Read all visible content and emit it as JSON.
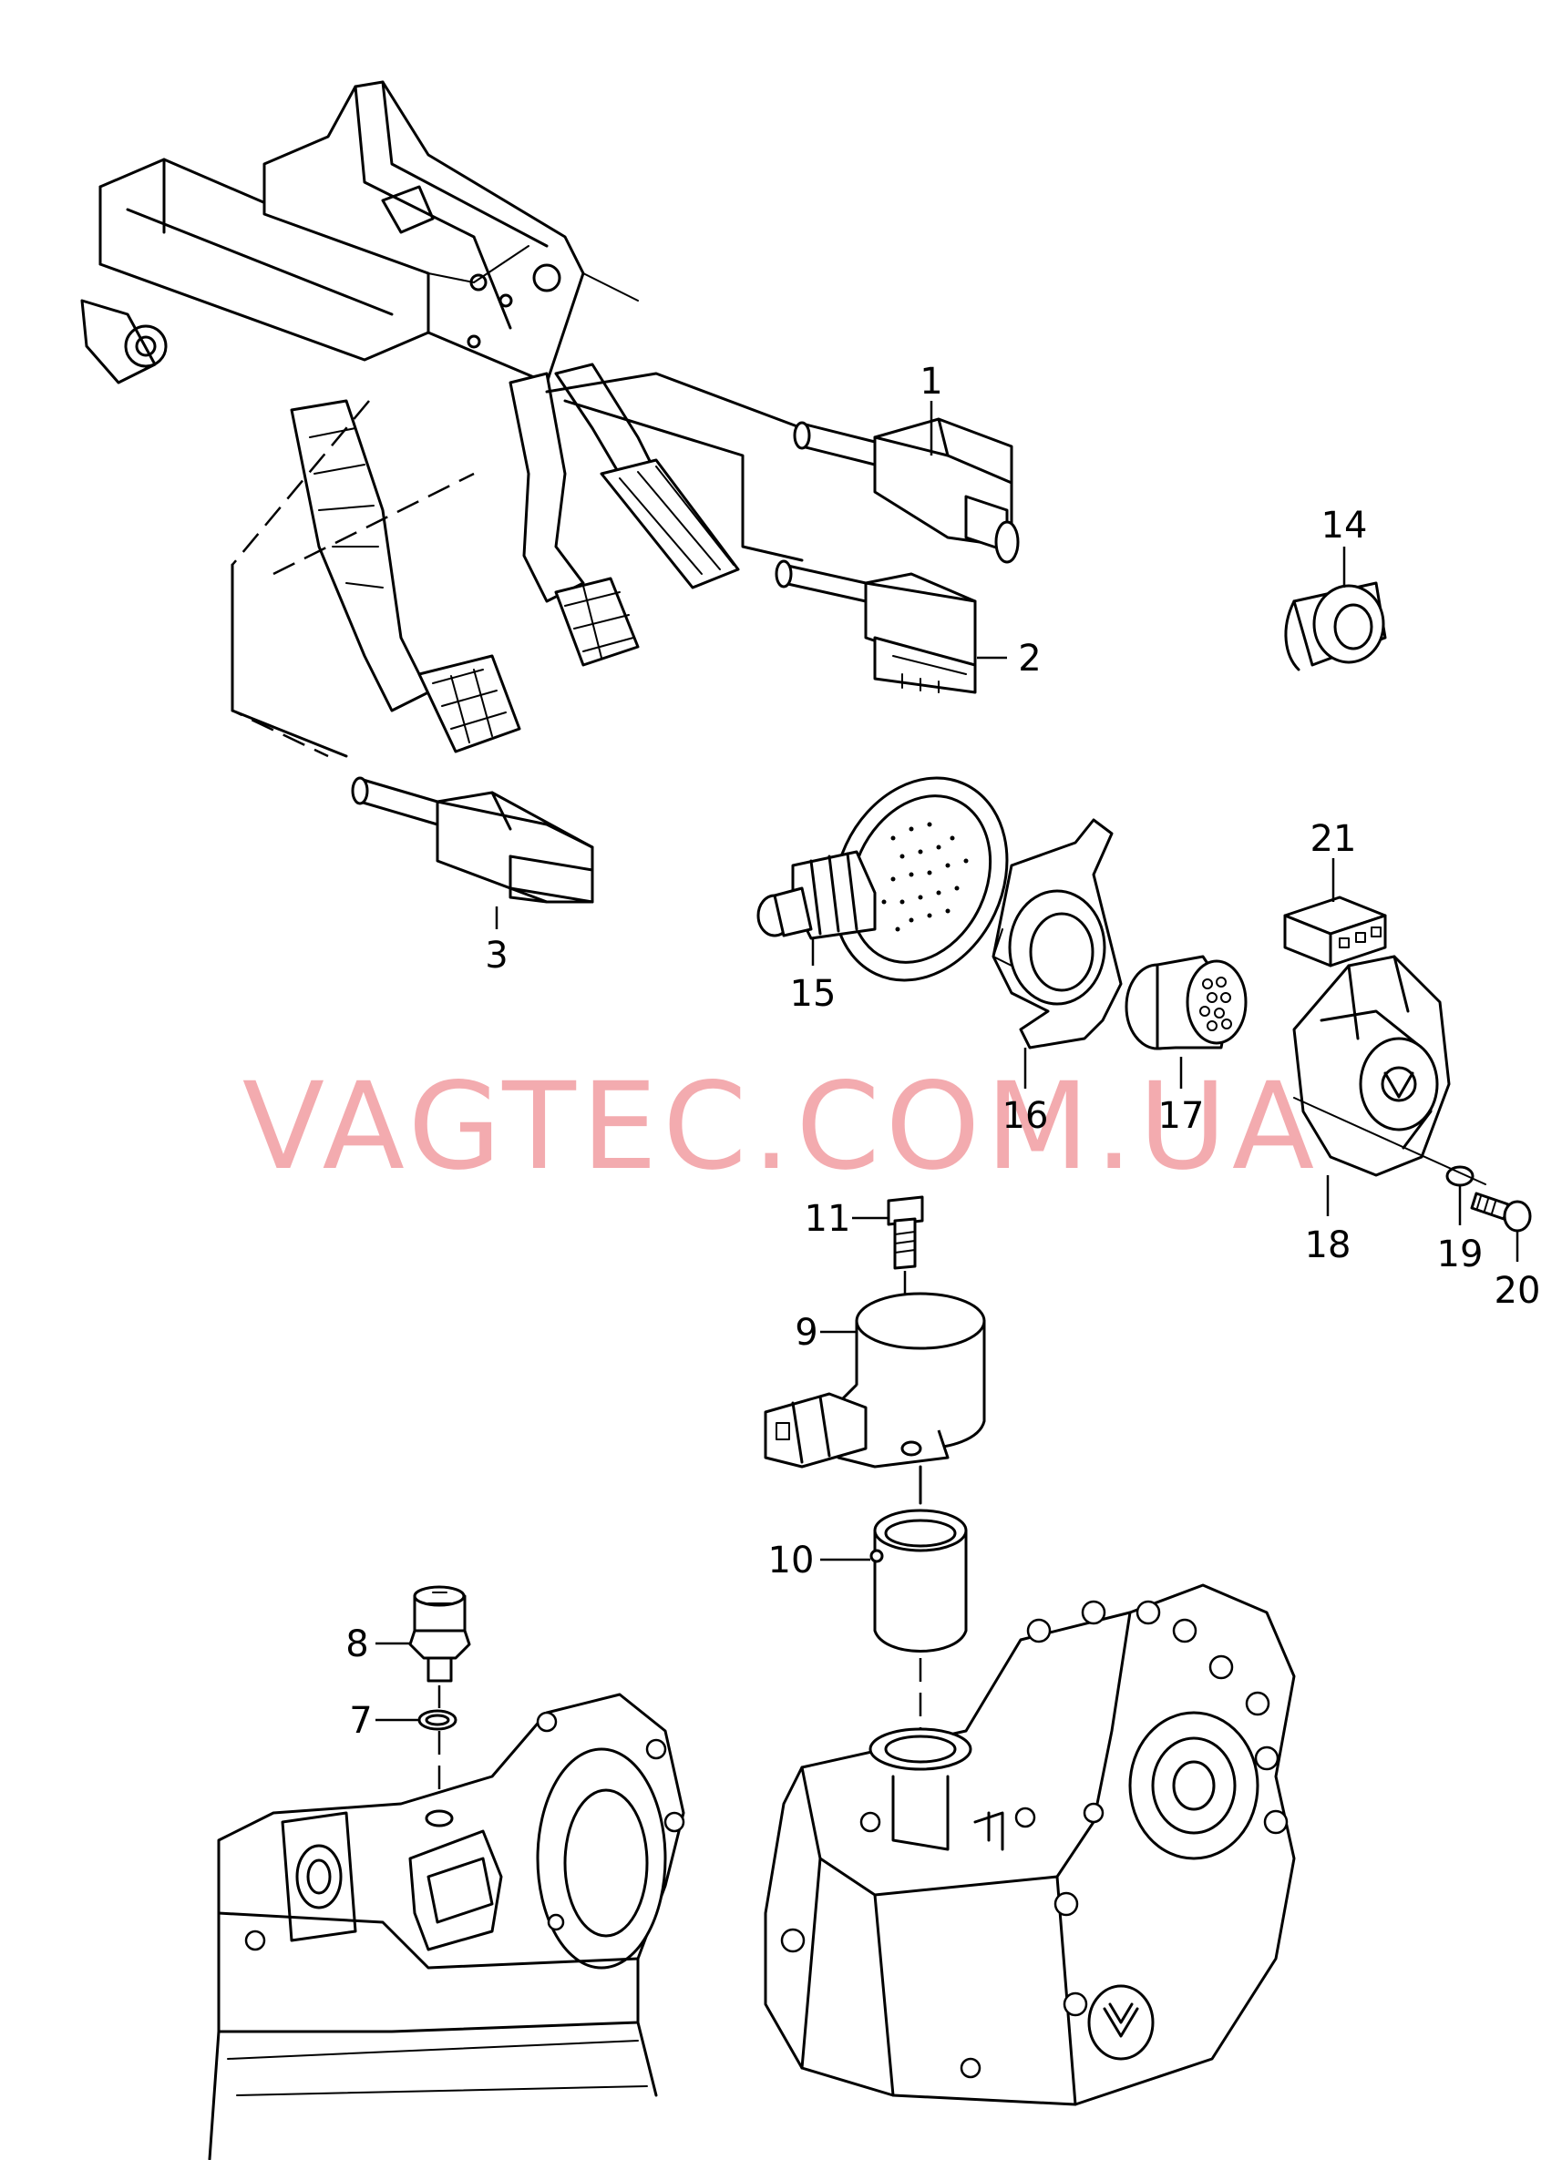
{
  "watermark": "VAGTEC.COM.UA",
  "colors": {
    "line": "#000000",
    "background": "#ffffff",
    "watermark": "#f2a0a4"
  },
  "labels": {
    "p1": "1",
    "p2": "2",
    "p3": "3",
    "p7": "7",
    "p8": "8",
    "p9": "9",
    "p10": "10",
    "p11": "11",
    "p14": "14",
    "p15": "15",
    "p16": "16",
    "p17": "17",
    "p18": "18",
    "p19": "19",
    "p20": "20",
    "p21": "21"
  }
}
